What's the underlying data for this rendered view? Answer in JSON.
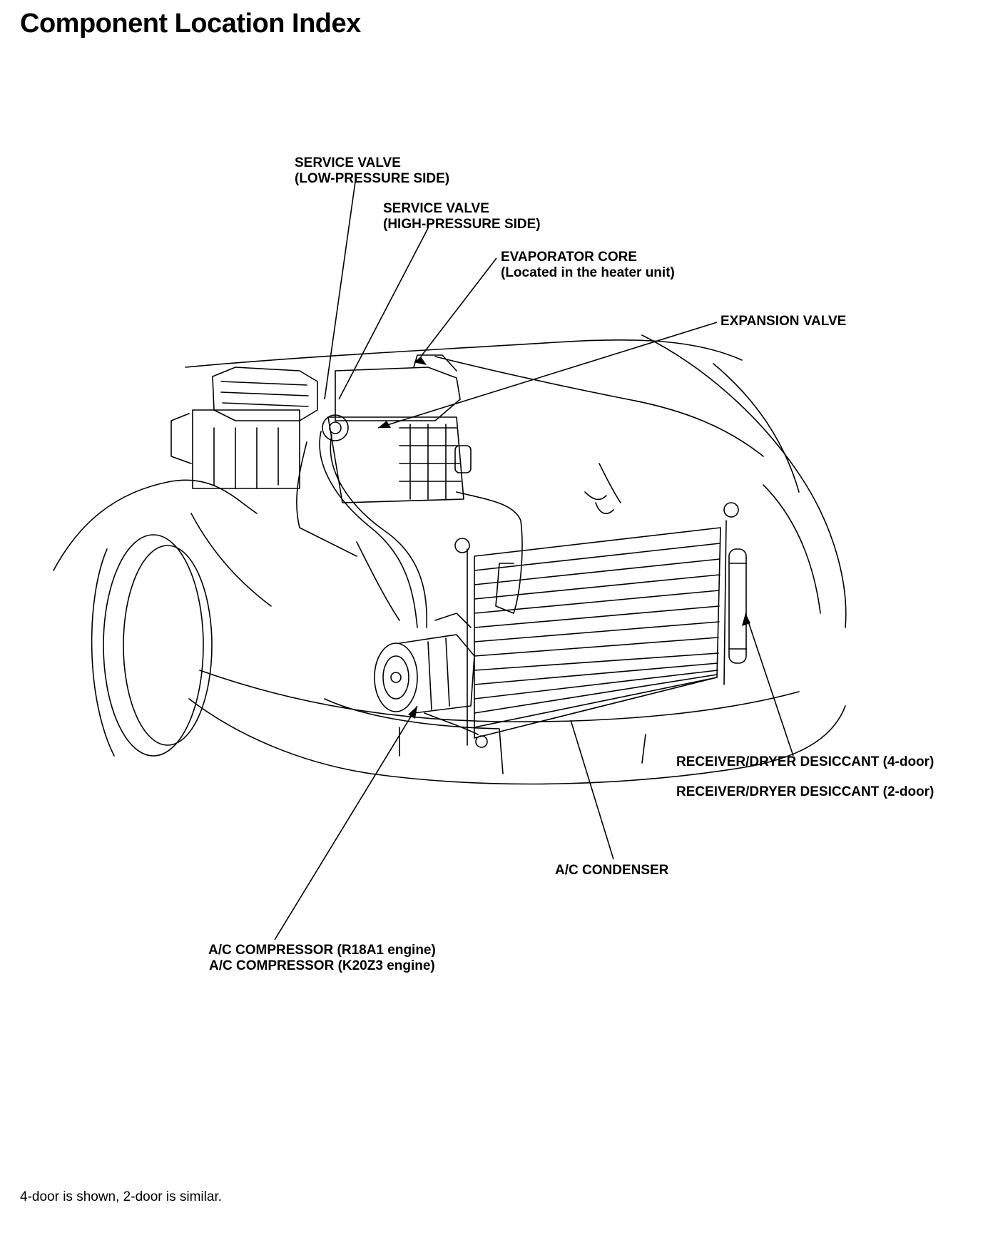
{
  "page": {
    "title": "Component Location Index",
    "footnote": "4-door is shown, 2-door is similar."
  },
  "labels": {
    "service_valve_low": {
      "line1": "SERVICE VALVE",
      "line2": "(LOW-PRESSURE SIDE)"
    },
    "service_valve_high": {
      "line1": "SERVICE VALVE",
      "line2": "(HIGH-PRESSURE SIDE)"
    },
    "evaporator_core": {
      "line1": "EVAPORATOR CORE",
      "line2": "(Located in the heater unit)"
    },
    "expansion_valve": {
      "line1": "EXPANSION VALVE"
    },
    "receiver_dryer": {
      "line1": "RECEIVER/DRYER DESICCANT (4-door)",
      "line2": "RECEIVER/DRYER DESICCANT (2-door)"
    },
    "condenser": {
      "line1": "A/C CONDENSER"
    },
    "compressor": {
      "line1": "A/C COMPRESSOR (R18A1 engine)",
      "line2": "A/C COMPRESSOR (K20Z3 engine)"
    }
  }
}
